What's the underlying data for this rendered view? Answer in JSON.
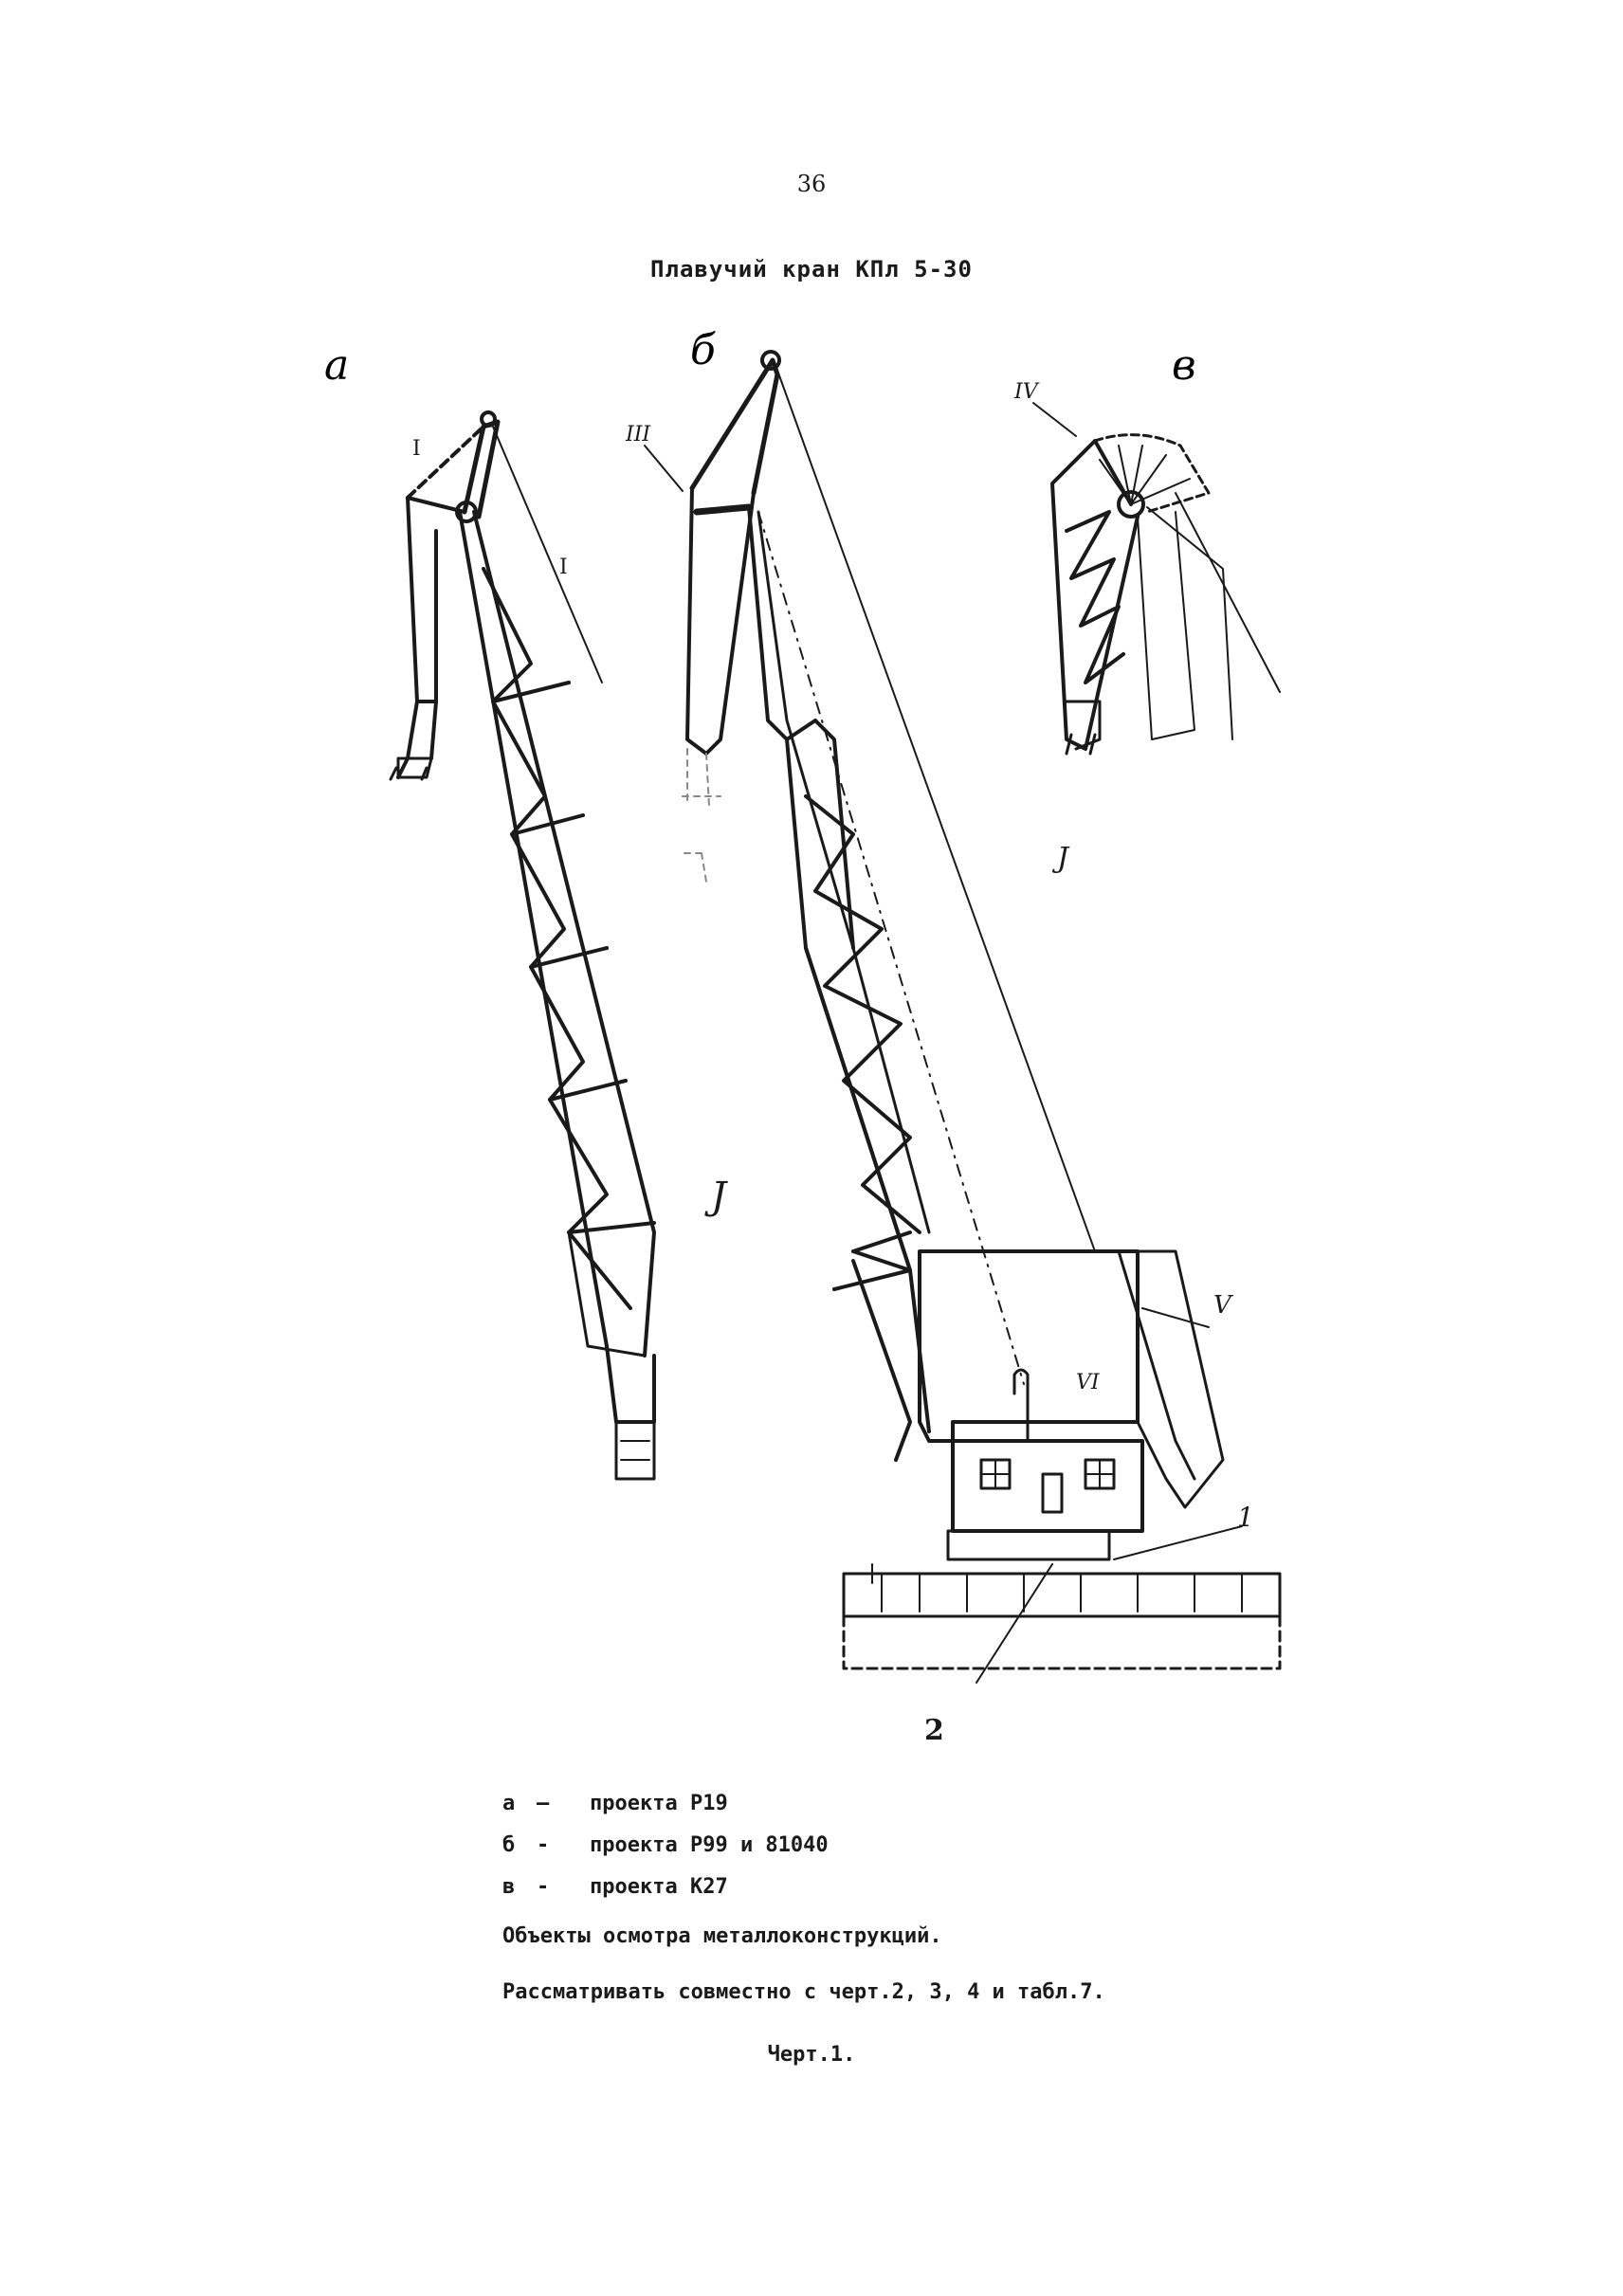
{
  "page_number": "36",
  "title": "Плавучий кран КПл 5-30",
  "variant_labels": {
    "a": "а",
    "b": "б",
    "v": "в"
  },
  "drawing_marks": {
    "mark_I": "I",
    "mark_III": "III",
    "mark_IV": "IV",
    "mark_V": "V",
    "mark_VI": "VI",
    "mark_1": "1",
    "mark_2": "2",
    "mark_j1": "J",
    "mark_j2": "J"
  },
  "legend": [
    {
      "key": "а",
      "dash": "–",
      "text": "проекта Р19"
    },
    {
      "key": "б",
      "dash": "-",
      "text": "проекта Р99 и 81040"
    },
    {
      "key": "в",
      "dash": "-",
      "text": "проекта К27"
    }
  ],
  "notes": {
    "line1": "Объекты осмотра металлоконструкций.",
    "line2": "Рассматривать совместно с черт.2, 3, 4 и табл.7."
  },
  "figure_caption": "Черт.1."
}
